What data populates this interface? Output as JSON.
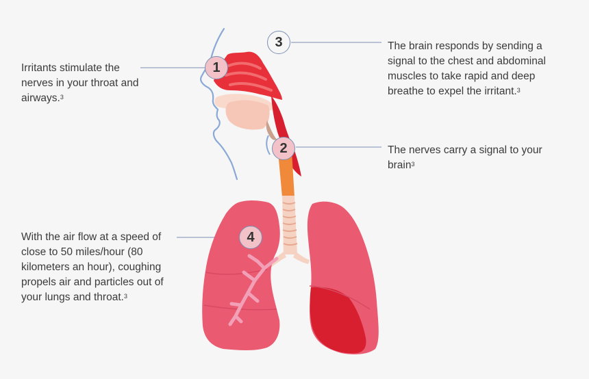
{
  "steps": [
    {
      "num": "1",
      "text": "Irritants stimulate the nerves in your throat and airways.",
      "ref": "3"
    },
    {
      "num": "2",
      "text": "The nerves carry a signal to your brain",
      "ref": "3"
    },
    {
      "num": "3",
      "text": "The brain responds by sending a signal to the chest and abdominal muscles to take rapid and deep breathe to expel the irritant.",
      "ref": "3"
    },
    {
      "num": "4",
      "text": "With the air flow at a speed of close to 50 miles/hour (80 kilometers an hour), coughing propels air and particles out of your lungs and throat.",
      "ref": "3"
    }
  ],
  "colors": {
    "outline": "#8aa8d6",
    "leader": "#7b8fb3",
    "red": "#e8303a",
    "lung": "#ea5b72",
    "lung_dark": "#d81f2f",
    "trachea": "#f08a3a",
    "airway_pink": "#f2a0b8"
  }
}
